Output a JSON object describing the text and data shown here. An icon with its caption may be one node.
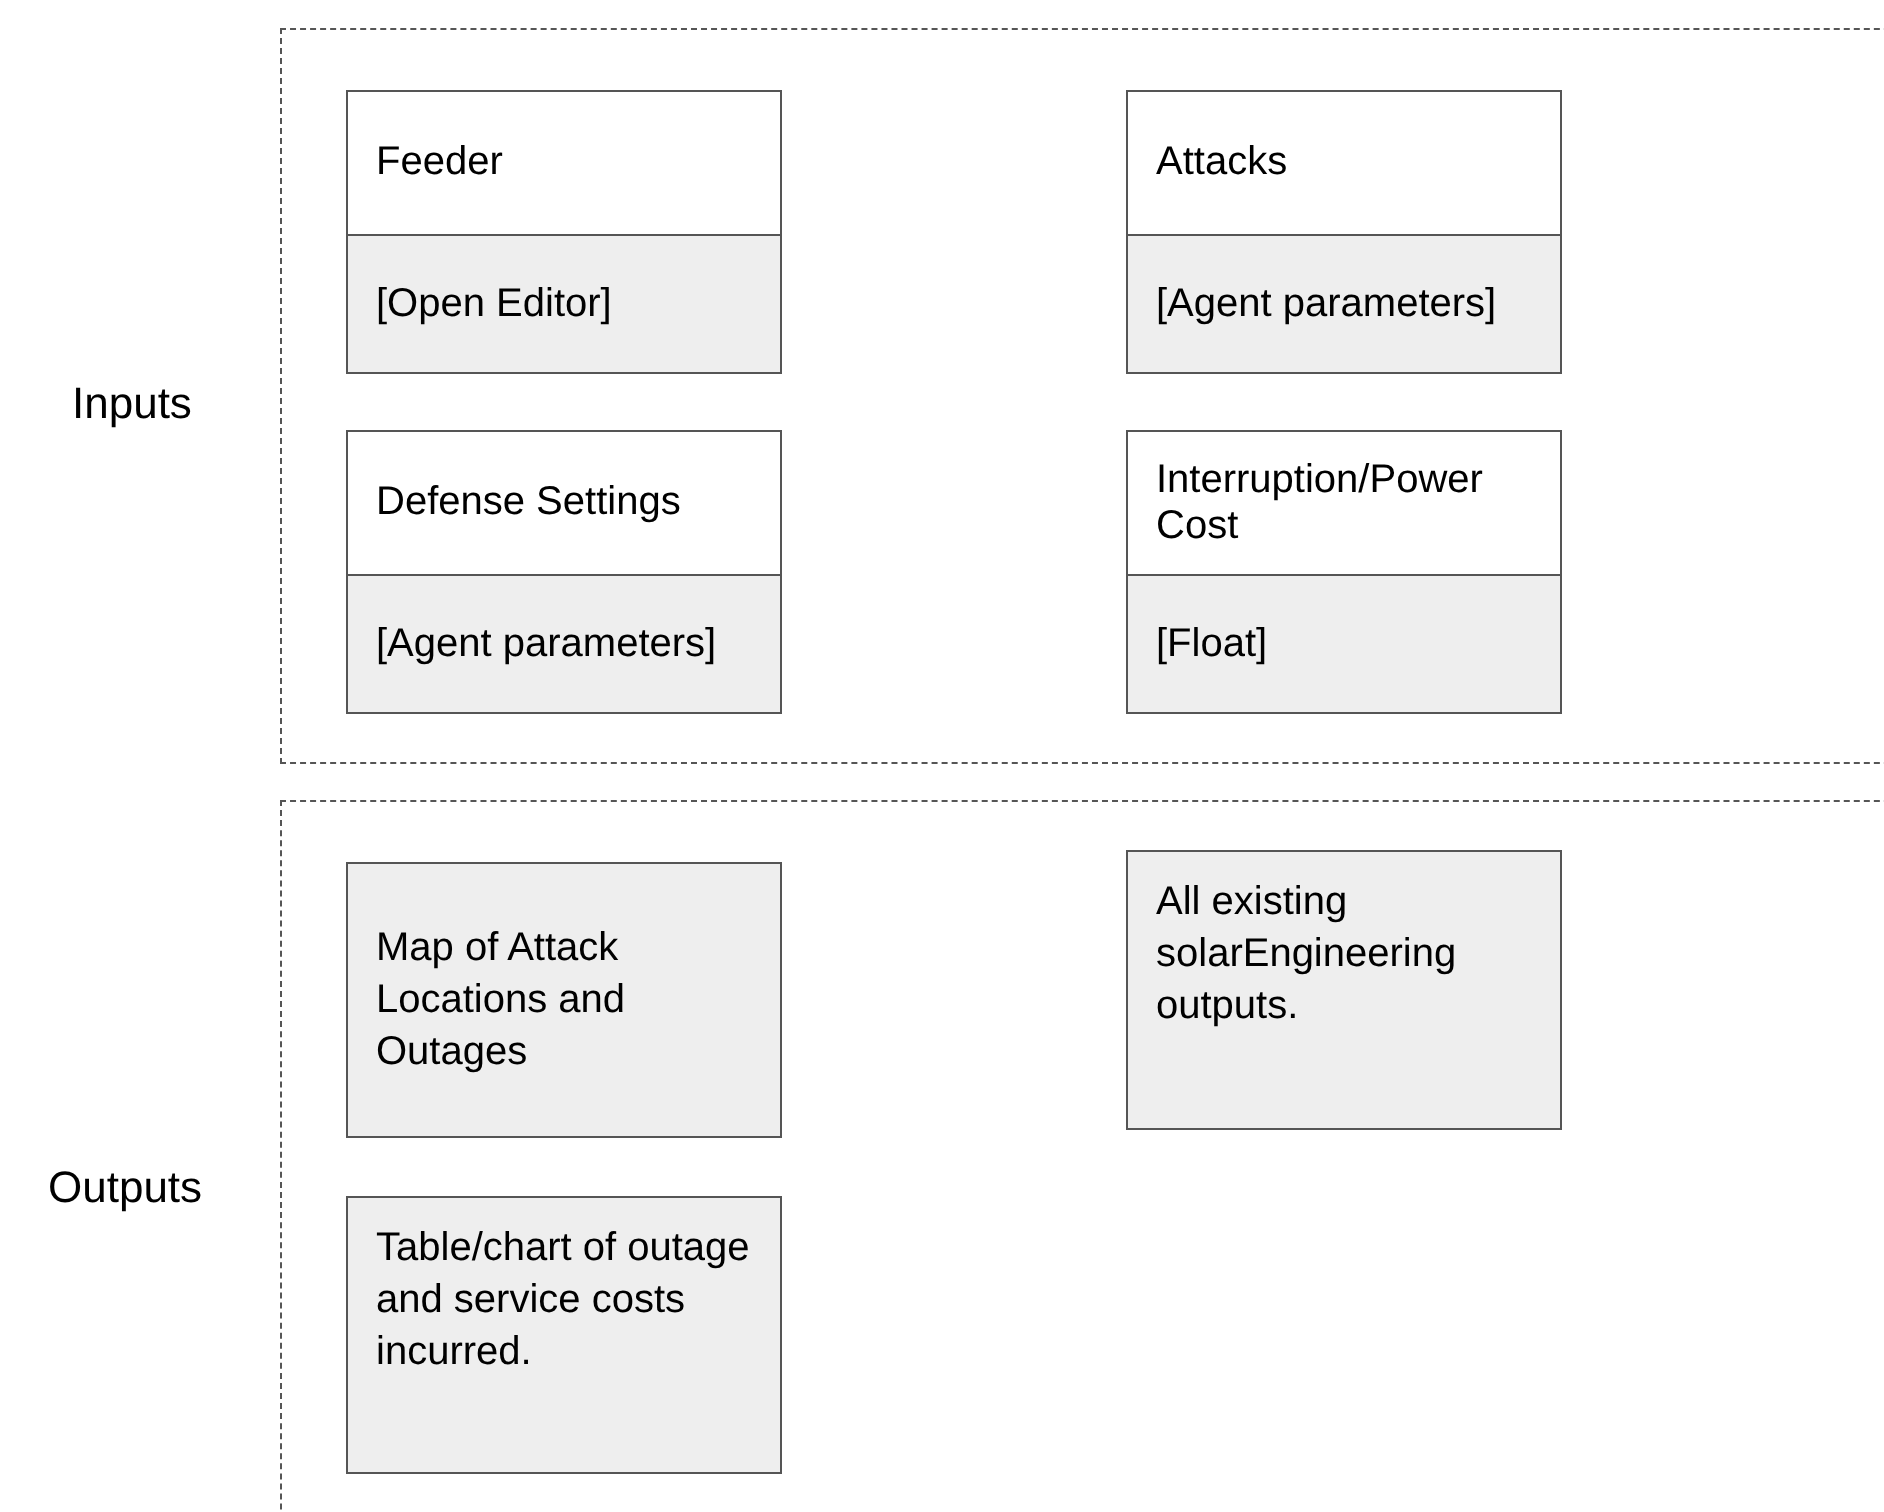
{
  "diagram": {
    "nodes": [
      {
        "text": [
          "Inputs"
        ]
      },
      {
        "text": [
          "Feeder",
          "[Open Editor]"
        ],
        "in": 0
      },
      {
        "text": [
          "Attacks",
          "[Agent parameters]"
        ],
        "in": 0
      },
      {
        "text": [
          "Defense Settings",
          "[Agent parameters]"
        ],
        "in": 0
      },
      {
        "text": [
          "Interruption/Power Cost",
          "[Float]"
        ],
        "in": 0
      },
      {
        "text": [
          "Outputs"
        ]
      },
      {
        "text": [
          "Map of Attack Locations and Outages"
        ],
        "in": 5
      },
      {
        "text": [
          "All existing solarEngineering outputs."
        ],
        "in": 5
      },
      {
        "text": [
          "Table/chart of outage and service costs incurred."
        ],
        "in": 5
      }
    ]
  }
}
